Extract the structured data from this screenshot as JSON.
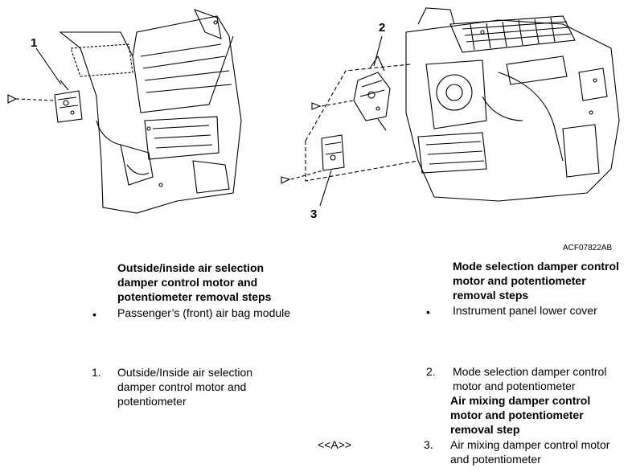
{
  "figure": {
    "callouts": [
      "1",
      "2",
      "3"
    ],
    "code": "ACF07822AB"
  },
  "left": {
    "heading": "Outside/inside air selection damper control motor and potentiometer removal steps",
    "bullet_text": "Passenger’s (front) air bag module",
    "step_number": "1.",
    "step_text": "Outside/Inside air selection damper control motor and potentiometer"
  },
  "right": {
    "heading": "Mode selection damper control motor and potentiometer removal steps",
    "bullet_text": "Instrument panel lower cover",
    "step2_number": "2.",
    "step2_text": "Mode selection damper control motor and potentiometer",
    "heading2": "Air mixing damper control motor and potentiometer removal step",
    "step3_marker": "<<A>>",
    "step3_number": "3.",
    "step3_text": "Air mixing damper control motor and potentiometer"
  }
}
